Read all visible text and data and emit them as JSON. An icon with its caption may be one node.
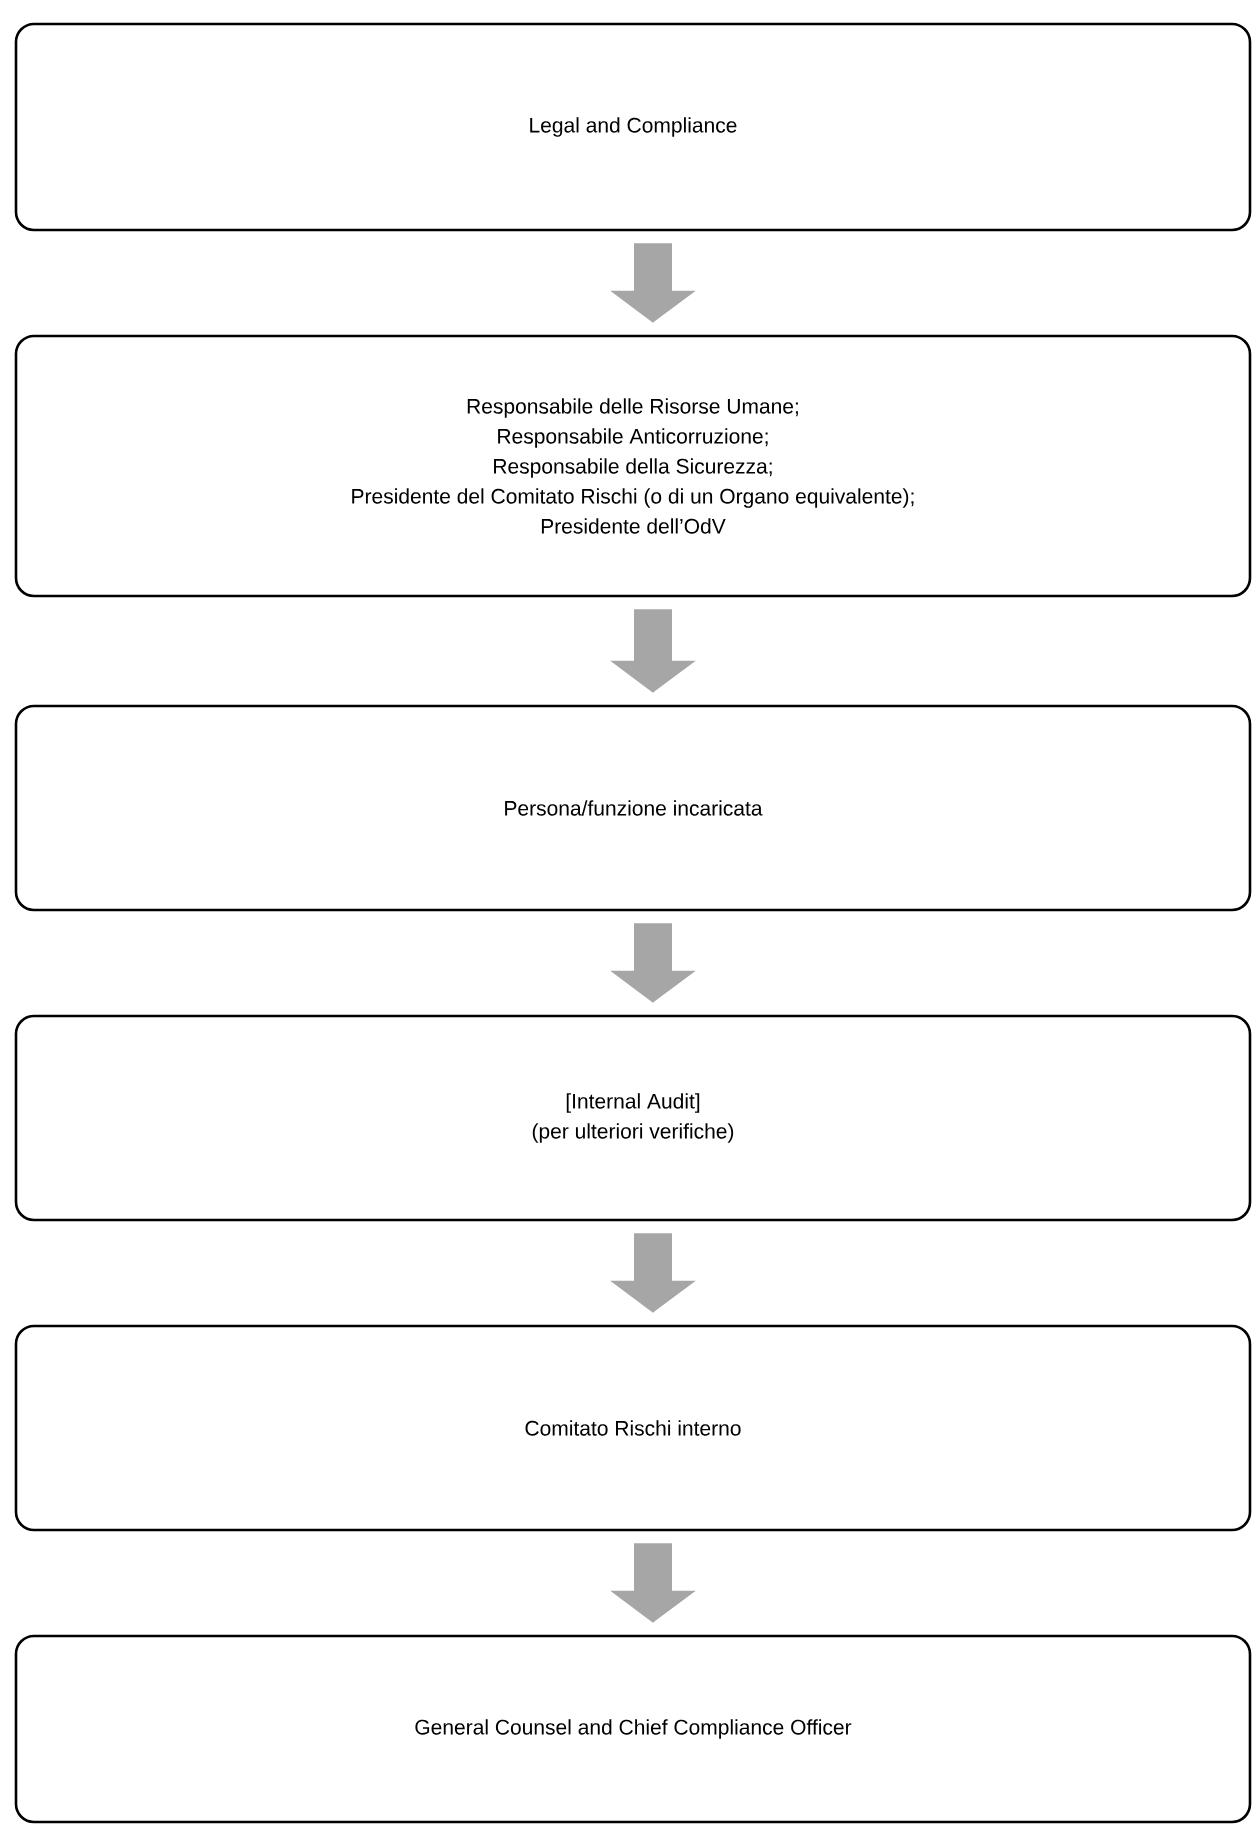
{
  "diagram": {
    "nodes": [
      {
        "text": [
          "Legal and Compliance"
        ]
      },
      {
        "text": [
          "Responsabile delle Risorse Umane;",
          "Responsabile Anticorruzione;",
          "Responsabile della Sicurezza;",
          "Presidente del Comitato Rischi (o di un Organo equivalente);",
          "Presidente dell’OdV"
        ]
      },
      {
        "text": [
          "Persona/funzione incaricata"
        ]
      },
      {
        "text": [
          "[Internal Audit]",
          "(per ulteriori verifiche)"
        ]
      },
      {
        "text": [
          "Comitato Rischi interno"
        ]
      },
      {
        "text": [
          "General Counsel and Chief Compliance Officer"
        ]
      }
    ],
    "edges": [
      {
        "from": 0,
        "to": 1,
        "arrow": "to"
      },
      {
        "from": 1,
        "to": 2,
        "arrow": "to"
      },
      {
        "from": 2,
        "to": 3,
        "arrow": "to"
      },
      {
        "from": 3,
        "to": 4,
        "arrow": "to"
      },
      {
        "from": 4,
        "to": 5,
        "arrow": "to"
      }
    ]
  }
}
